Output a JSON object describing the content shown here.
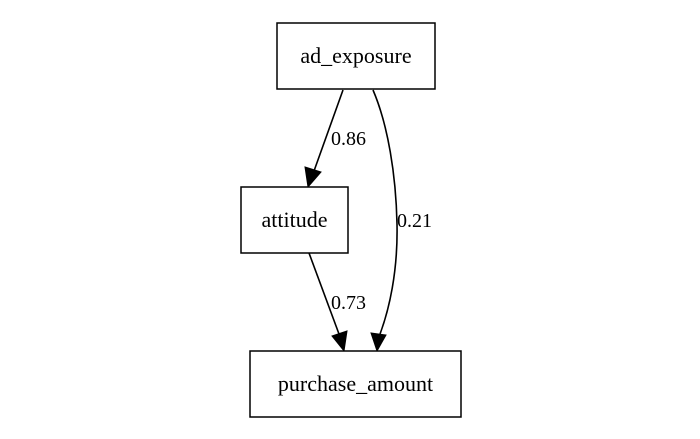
{
  "diagram": {
    "nodes": {
      "ad_exposure": {
        "label": "ad_exposure"
      },
      "attitude": {
        "label": "attitude"
      },
      "purchase_amount": {
        "label": "purchase_amount"
      }
    },
    "edges": {
      "ad_exposure_to_attitude": {
        "from": "ad_exposure",
        "to": "attitude",
        "label": "0.86"
      },
      "ad_exposure_to_purchase_amount": {
        "from": "ad_exposure",
        "to": "purchase_amount",
        "label": "0.21"
      },
      "attitude_to_purchase_amount": {
        "from": "attitude",
        "to": "purchase_amount",
        "label": "0.73"
      }
    }
  }
}
